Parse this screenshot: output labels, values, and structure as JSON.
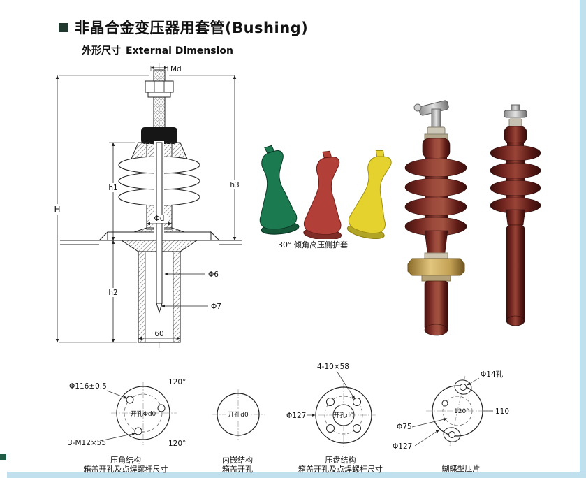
{
  "page": {
    "title": "非晶合金变压器用套管(Bushing)",
    "section_cn": "外形尺寸",
    "section_en": "External Dimension"
  },
  "main_drawing": {
    "md": "Md",
    "phi_d": "Φd",
    "h1": "h1",
    "h2": "h2",
    "h3": "h3",
    "H": "H",
    "phi6": "Φ6",
    "phi7": "Φ7",
    "width60": "60"
  },
  "boot_covers": {
    "caption": "30° 倾角高压侧护套",
    "colors": {
      "green": "#1c7a50",
      "red": "#b23f38",
      "yellow": "#e5d22f"
    }
  },
  "hole_diagrams": {
    "d1": {
      "bolt_circle_dia": "Φ116±0.5",
      "angle_top": "120°",
      "angle_bottom": "120°",
      "bolt_spec": "3-M12×55",
      "center_hole": "开孔Φd0",
      "caption1": "压角结构",
      "caption2": "箱盖开孔及点焊螺杆尺寸"
    },
    "d2": {
      "center_hole": "开孔d0",
      "caption1": "内嵌结构",
      "caption2": "箱盖开孔"
    },
    "d3": {
      "slot_spec": "4-10×58",
      "plate_dia": "Φ127",
      "center_hole": "开孔d0",
      "caption1": "压盘结构",
      "caption2": "箱盖开孔及点焊螺杆尺寸"
    },
    "d4": {
      "hole_spec": "Φ14孔",
      "angle": "120°",
      "dim110": "110",
      "dia75": "Φ75",
      "dia127": "Φ127",
      "caption": "蝴蝶型压片"
    }
  },
  "colors": {
    "accent_strip": "#bfe0ec",
    "title_bullet": "#21392f",
    "corner_square": "#1f5c46",
    "bushing_maroon": "#7b2a24",
    "flange_gold": "#d8bc72"
  }
}
